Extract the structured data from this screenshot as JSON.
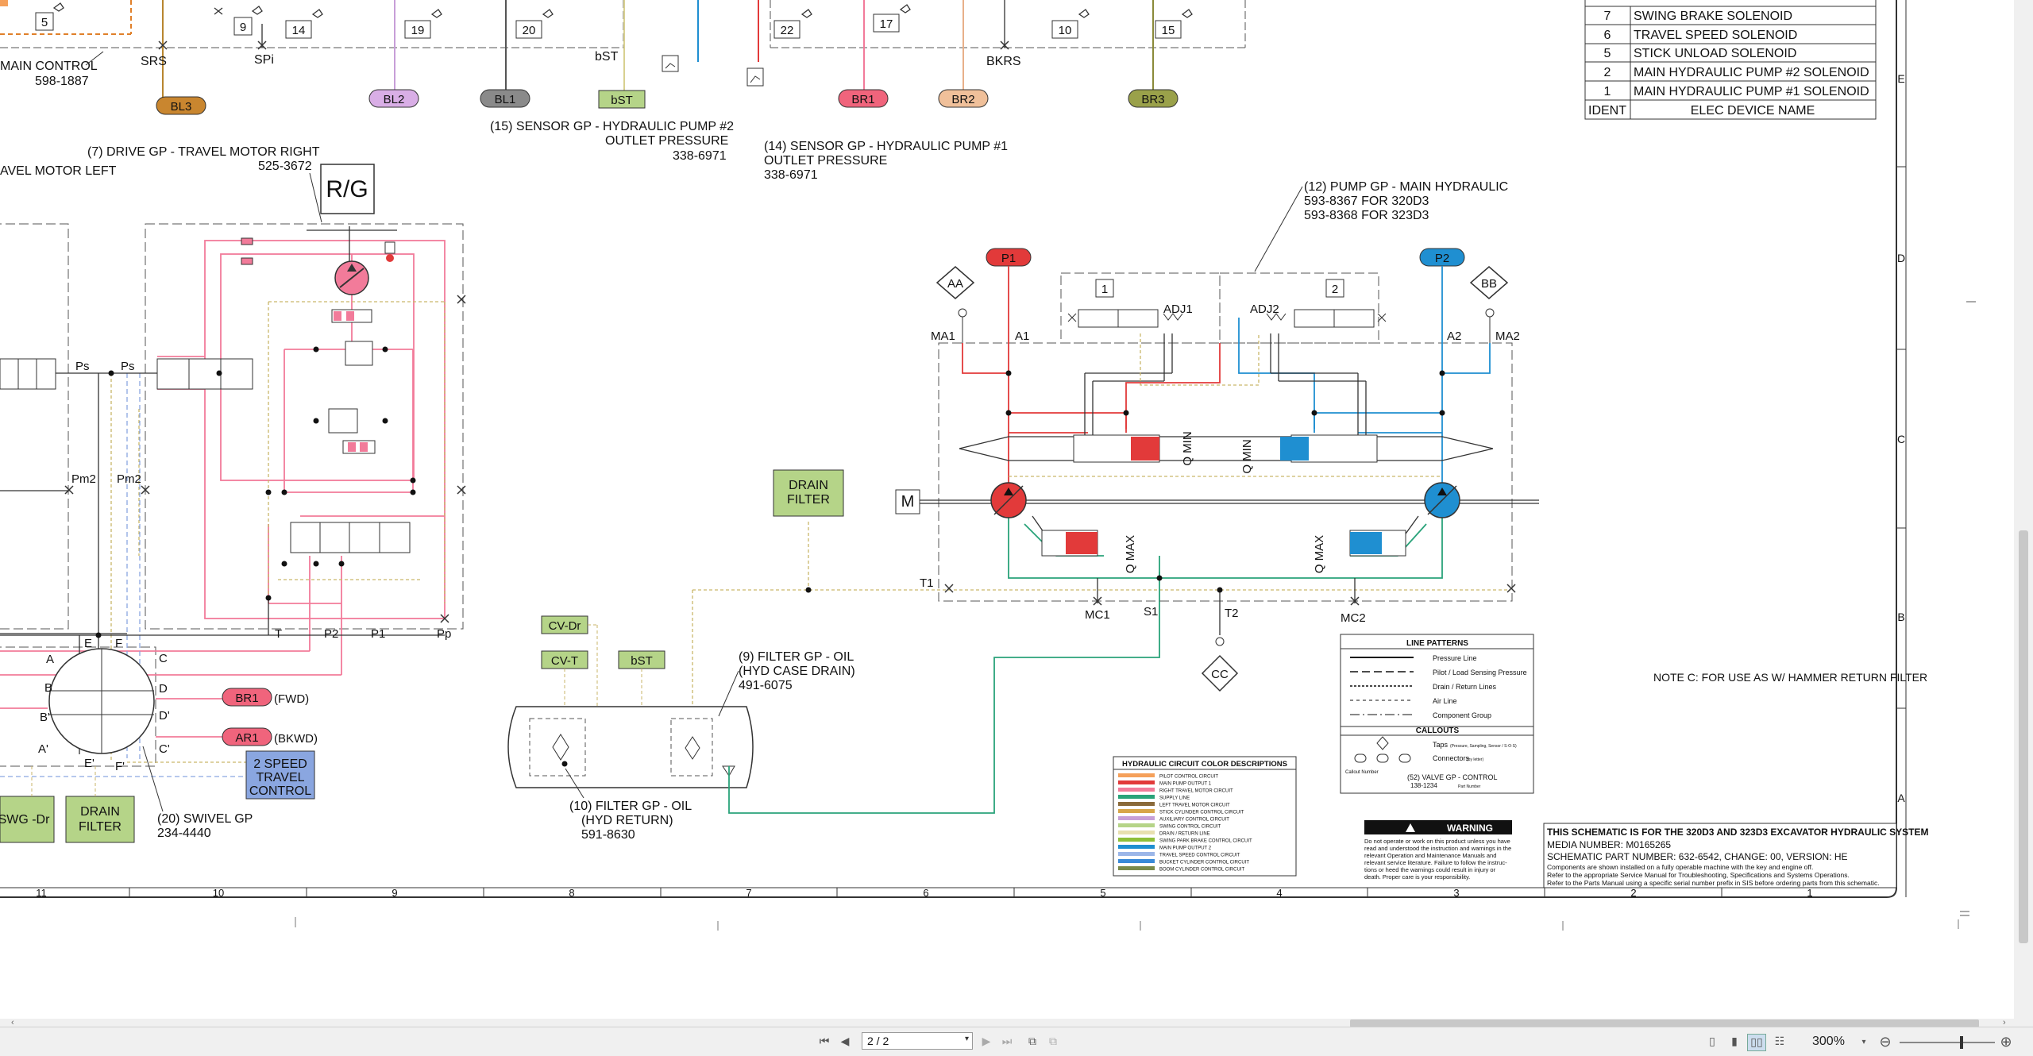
{
  "viewer": {
    "page_field": "2 / 2",
    "zoom": "300%",
    "icons": [
      "first-page-icon",
      "prev-page-icon",
      "next-page-icon",
      "last-page-icon",
      "fit-page-icon",
      "fit-width-icon",
      "single-page-icon",
      "continuous-icon",
      "two-page-icon",
      "two-page-continuous-icon",
      "zoom-out-icon",
      "zoom-in-icon"
    ]
  },
  "schematic": {
    "top_boxes": [
      "5",
      "9",
      "14",
      "19",
      "20",
      "22",
      "17",
      "10",
      "15"
    ],
    "top_labels": {
      "main_control": "MAIN CONTROL",
      "main_control_pn": "598-1887",
      "srs": "SRS",
      "spi": "SPi",
      "bst": "bST",
      "bkrs": "BKRS"
    },
    "connectors_top": [
      "BL3",
      "BL2",
      "BL1",
      "bST",
      "BR1",
      "BR2",
      "BR3"
    ],
    "sensor15": [
      "(15) SENSOR GP - HYDRAULIC PUMP #2",
      "OUTLET PRESSURE",
      "338-6971"
    ],
    "sensor14": [
      "(14) SENSOR GP - HYDRAULIC PUMP #1",
      "OUTLET PRESSURE",
      "338-6971"
    ],
    "drive_gp": [
      "(7) DRIVE GP - TRAVEL MOTOR RIGHT",
      "525-3672"
    ],
    "travel_left": "AVEL MOTOR LEFT",
    "rg_label": "R/G",
    "left_labels": {
      "ps1": "Ps",
      "ps2": "Ps",
      "pm2a": "Pm2",
      "pm2b": "Pm2",
      "t": "T",
      "p2": "P2",
      "p1": "P1",
      "pp": "Pp"
    },
    "swivel_ports": {
      "a": "A",
      "b": "B",
      "bp": "B'",
      "ap": "A'",
      "e": "E",
      "f": "F",
      "ep": "E'",
      "fp": "F'",
      "c": "C",
      "d": "D",
      "dp": "D'",
      "cp": "C'"
    },
    "br1_fwd": "(FWD)",
    "ar1_bkwd": "(BKWD)",
    "br1_label": "BR1",
    "ar1_label": "AR1",
    "two_speed": [
      "2 SPEED",
      "TRAVEL",
      "CONTROL"
    ],
    "swivel_gp": [
      "(20) SWIVEL GP",
      "234-4440"
    ],
    "swg_dr": "SWG -Dr",
    "drain_filter_left": [
      "DRAIN",
      "FILTER"
    ],
    "drain_filter_mid": [
      "DRAIN",
      "FILTER"
    ],
    "cv_dr": "CV-Dr",
    "cv_t": "CV-T",
    "bst_mid": "bST",
    "filter9": [
      "(9) FILTER GP - OIL",
      "(HYD CASE DRAIN)",
      "491-6075"
    ],
    "filter10": [
      "(10) FILTER GP - OIL",
      "(HYD RETURN)",
      "591-8630"
    ],
    "pump_gp": [
      "(12) PUMP GP - MAIN HYDRAULIC",
      "593-8367 FOR 320D3",
      "593-8368 FOR 323D3"
    ],
    "pump_labels": {
      "p1": "P1",
      "p2": "P2",
      "aa": "AA",
      "bb": "BB",
      "ma1": "MA1",
      "a1": "A1",
      "a2": "A2",
      "ma2": "MA2",
      "adj1": "ADJ1",
      "adj2": "ADJ2",
      "box1": "1",
      "box2": "2",
      "qmin1": "Q MIN",
      "qmin2": "Q MIN",
      "qmax1": "Q MAX",
      "qmax2": "Q MAX",
      "t1": "T1",
      "mc1": "MC1",
      "s1": "S1",
      "t2": "T2",
      "mc2": "MC2",
      "cc": "CC",
      "motor": "M"
    },
    "elec_table": {
      "rows": [
        [
          "7",
          "SWING BRAKE SOLENOID"
        ],
        [
          "6",
          "TRAVEL SPEED SOLENOID"
        ],
        [
          "5",
          "STICK UNLOAD SOLENOID"
        ],
        [
          "2",
          "MAIN HYDRAULIC PUMP #2 SOLENOID"
        ],
        [
          "1",
          "MAIN HYDRAULIC PUMP #1 SOLENOID"
        ]
      ],
      "header": [
        "IDENT",
        "ELEC DEVICE NAME"
      ]
    },
    "zone_letters": [
      "E",
      "D",
      "C",
      "B",
      "A"
    ],
    "note_c": "NOTE C: FOR USE AS W/ HAMMER RETURN FILTER",
    "line_patterns": {
      "title": "LINE PATTERNS",
      "items": [
        "Pressure Line",
        "Pilot / Load Sensing Pressure",
        "Drain / Return Lines",
        "Air Line",
        "Component Group"
      ],
      "callouts_title": "CALLOUTS",
      "taps": "Taps",
      "taps_note": "(Pressure, Sampling, Sensor / S·O·S)",
      "connectors": "Connectors",
      "connectors_note": "(by letter)",
      "callout_number": "Callout Number",
      "callout_example": "(52) VALVE GP - CONTROL",
      "part_example": "138-1234",
      "part_label": "Part Number"
    },
    "color_desc": {
      "title": "HYDRAULIC CIRCUIT COLOR DESCRIPTIONS",
      "items": [
        {
          "color": "#f5a05a",
          "label": "PILOT CONTROL CIRCUIT"
        },
        {
          "color": "#e23a3a",
          "label": "MAIN PUMP OUTPUT 1"
        },
        {
          "color": "#f27b9a",
          "label": "RIGHT TRAVEL MOTOR CIRCUIT"
        },
        {
          "color": "#2aa37a",
          "label": "SUPPLY LINE"
        },
        {
          "color": "#8a6a3a",
          "label": "LEFT TRAVEL MOTOR CIRCUIT"
        },
        {
          "color": "#d7a64a",
          "label": "STICK CYLINDER CONTROL CIRCUIT"
        },
        {
          "color": "#c7a0d8",
          "label": "AUXILIARY CONTROL CIRCUIT"
        },
        {
          "color": "#b5d488",
          "label": "SWING CONTROL CIRCUIT"
        },
        {
          "color": "#e8e0b0",
          "label": "DRAIN / RETURN LINE"
        },
        {
          "color": "#8fbf3a",
          "label": "SWING PARK BRAKE CONTROL CIRCUIT"
        },
        {
          "color": "#1f8fd1",
          "label": "MAIN PUMP OUTPUT 2"
        },
        {
          "color": "#9bb6e8",
          "label": "TRAVEL SPEED CONTROL CIRCUIT"
        },
        {
          "color": "#3a8ad8",
          "label": "BUCKET CYLINDER CONTROL CIRCUIT"
        },
        {
          "color": "#7a8a4a",
          "label": "BOOM CYLINDER CONTROL CIRCUIT"
        }
      ]
    },
    "warning": {
      "title": "WARNING",
      "lines": [
        "Do not operate or work on this product unless you have",
        "read and understood the instruction and warnings in the",
        "relevant Operation and Maintenance Manuals and",
        "relevant service literature. Failure to follow the instruc-",
        "tions or heed the warnings could result in injury or",
        "death. Proper care is your responsibility."
      ]
    },
    "title_block": {
      "heading": "THIS SCHEMATIC IS FOR THE 320D3 AND 323D3 EXCAVATOR HYDRAULIC SYSTEM",
      "media": "MEDIA NUMBER: M0165265",
      "part": "SCHEMATIC PART NUMBER: 632-6542, CHANGE: 00, VERSION: HE",
      "lines": [
        "Components are shown installed on a fully operable machine with the key and engine off.",
        "Refer to the appropriate Service Manual for Troubleshooting, Specifications and Systems Operations.",
        "Refer to the Parts Manual using a specific serial number prefix in SIS before ordering parts from this schematic."
      ]
    },
    "bottom_ruler": [
      "11",
      "10",
      "9",
      "8",
      "7",
      "6",
      "5",
      "4",
      "3",
      "2",
      "1"
    ]
  }
}
